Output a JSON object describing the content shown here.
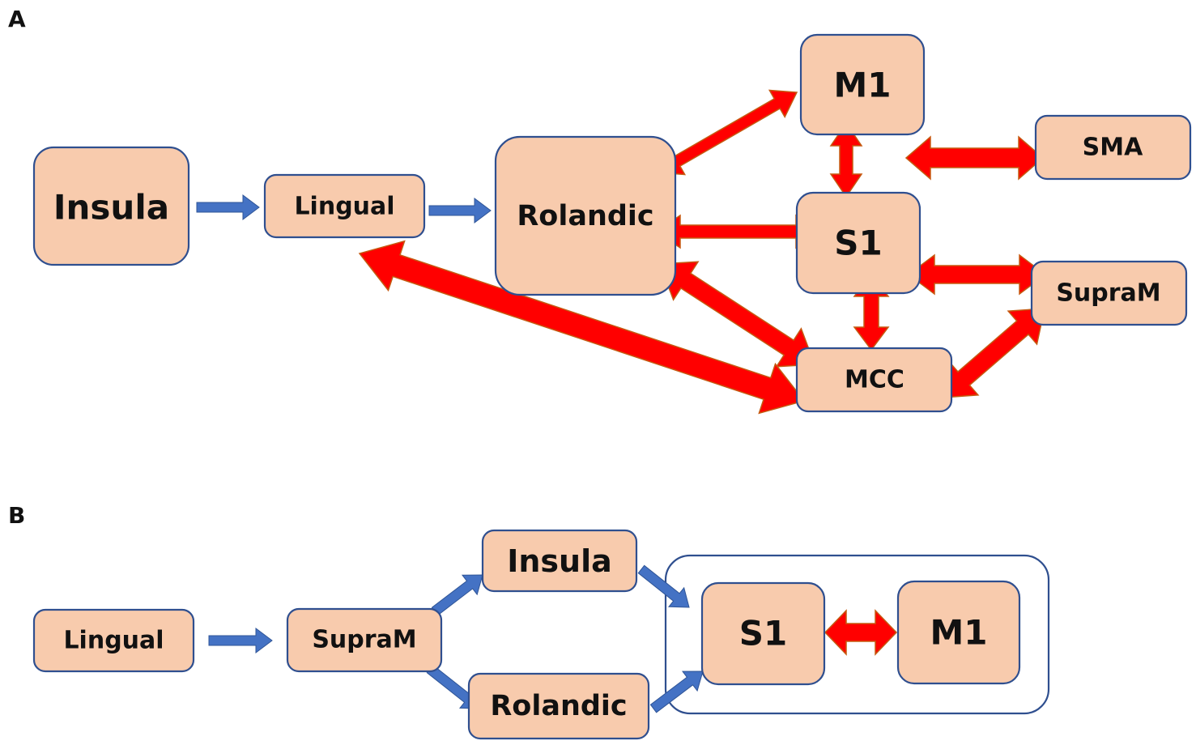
{
  "panels": {
    "a": {
      "label": "A"
    },
    "b": {
      "label": "B"
    }
  },
  "a_nodes": {
    "insula": "Insula",
    "lingual": "Lingual",
    "rolandic": "Rolandic",
    "m1": "M1",
    "sma": "SMA",
    "s1": "S1",
    "supram": "SupraM",
    "mcc": "MCC"
  },
  "b_nodes": {
    "lingual": "Lingual",
    "supram": "SupraM",
    "insula": "Insula",
    "rolandic": "Rolandic",
    "s1": "S1",
    "m1": "M1"
  },
  "colors": {
    "node_fill": "#f8cbad",
    "node_border": "#2f4f8f",
    "unidirectional": "#4472c4",
    "bidirectional": "#ff0000"
  }
}
